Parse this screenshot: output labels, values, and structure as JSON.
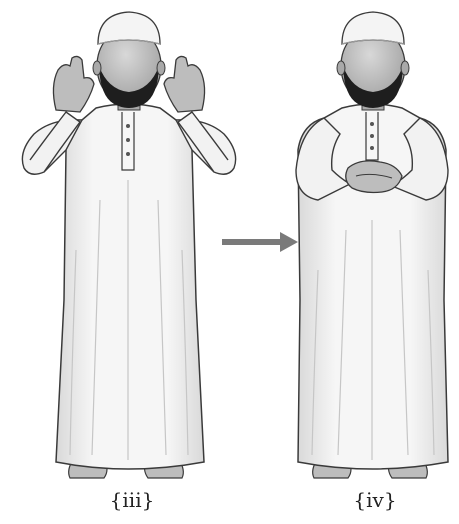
{
  "captions": {
    "left": "{iii}",
    "right": "{iv}"
  },
  "figures": [
    {
      "pose": "hands-raised-to-ears",
      "icon": "praying-man-takbir"
    },
    {
      "pose": "hands-folded-on-chest",
      "icon": "praying-man-qiyam"
    }
  ],
  "arrow": {
    "icon": "arrow-right-icon",
    "direction": "right"
  },
  "colors": {
    "robe": "#f7f7f7",
    "robe_shade": "#dcdcdc",
    "outline": "#3a3a3a",
    "skin": "#bdbdbd",
    "beard": "#1e1e1e",
    "arrow": "#7a7a7a",
    "text": "#222222"
  }
}
